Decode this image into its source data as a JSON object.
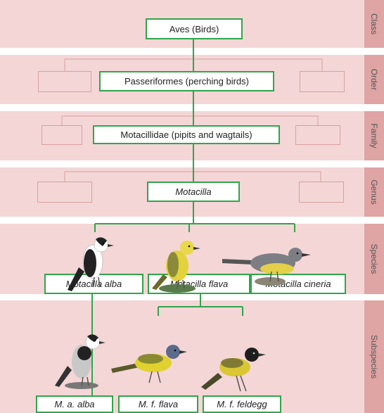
{
  "ranks": {
    "class": "Class",
    "order": "Order",
    "family": "Family",
    "genus": "Genus",
    "species": "Species",
    "subspecies": "Subspecies"
  },
  "taxa": {
    "class": "Aves (Birds)",
    "order": "Passeriformes (perching birds)",
    "family": "Motacillidae (pipits and wagtails)",
    "genus": "Motacilla",
    "species": [
      "Motacilla alba",
      "Motacilla flava",
      "Motacilla cineria"
    ],
    "subspecies": [
      "M. a. alba",
      "M. f. flava",
      "M. f. feldegg"
    ]
  },
  "colors": {
    "band": "#f4d6d6",
    "band_label": "#dfa4a4",
    "box_border": "#2fa64a",
    "connector": "#2fa64a",
    "ghost_connector": "#d9a0a0"
  },
  "icons": [
    "pied-wagtail-icon",
    "yellow-wagtail-icon",
    "grey-wagtail-icon",
    "white-wagtail-icon",
    "blue-headed-wagtail-icon",
    "black-headed-wagtail-icon"
  ]
}
